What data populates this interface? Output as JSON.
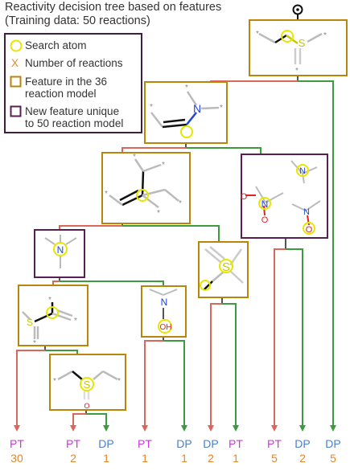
{
  "title": {
    "line1": "Reactivity decision tree based on features",
    "line2": "(Training data: 50 reactions)"
  },
  "legend": {
    "search_atom": "Search atom",
    "number_of_reactions": "Number of reactions",
    "feature_36_line1": "Feature in the 36",
    "feature_36_line2": "reaction model",
    "new_feature_line1": "New feature unique",
    "new_feature_line2": "to 50 reaction model",
    "x_symbol": "X"
  },
  "colors": {
    "feature_36_border": "#b8860b",
    "new_feature_border": "#5a1f52",
    "search_atom": "#e6e600",
    "count": "#e8862a",
    "pt": "#c43cd6",
    "dp": "#4f7fc8",
    "false_branch": "#d9675c",
    "true_branch": "#3e9a3e",
    "nitrogen": "#2244dd",
    "oxygen": "#dd2222",
    "sulfur": "#c8c800"
  },
  "atoms": {
    "S": "S",
    "N": "N",
    "O": "O",
    "OH": "OH",
    "star": "*"
  },
  "outcomes": [
    {
      "label": "PT",
      "count": "30",
      "cls": "pt"
    },
    {
      "label": "PT",
      "count": "2",
      "cls": "pt"
    },
    {
      "label": "DP",
      "count": "1",
      "cls": "dp"
    },
    {
      "label": "PT",
      "count": "1",
      "cls": "pt"
    },
    {
      "label": "DP",
      "count": "1",
      "cls": "dp"
    },
    {
      "label": "DP",
      "count": "2",
      "cls": "dp"
    },
    {
      "label": "PT",
      "count": "1",
      "cls": "pt"
    },
    {
      "label": "PT",
      "count": "5",
      "cls": "pt"
    },
    {
      "label": "DP",
      "count": "2",
      "cls": "dp"
    },
    {
      "label": "DP",
      "count": "5",
      "cls": "dp"
    }
  ]
}
